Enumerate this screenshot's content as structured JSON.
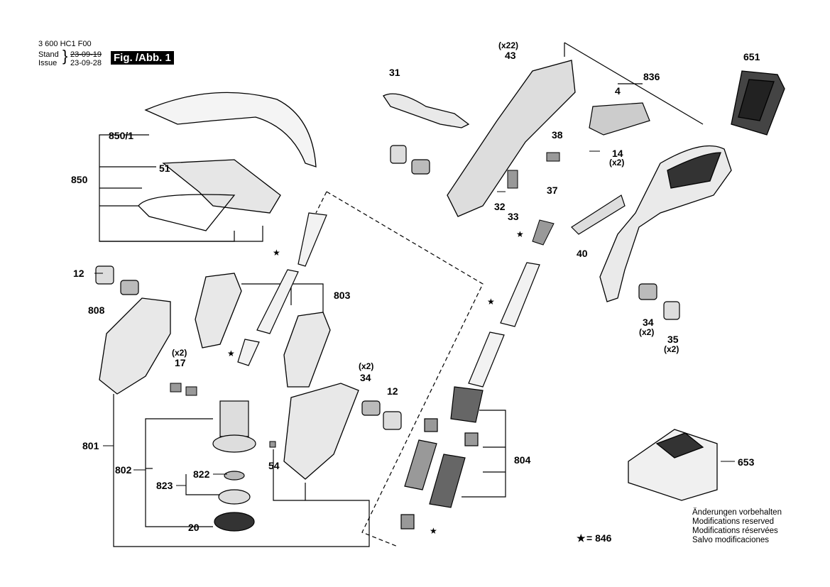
{
  "header": {
    "doc_number": "3 600 HC1 F00",
    "stand_label": "Stand",
    "issue_label": "Issue",
    "stand_date": "23-09-19",
    "issue_date": "23-09-28",
    "figure_label": "Fig. /Abb. 1"
  },
  "parts": {
    "p31": "31",
    "p43": "43",
    "q43": "(x22)",
    "p836": "836",
    "p651": "651",
    "p4": "4",
    "p38": "38",
    "p14": "14",
    "q14": "(x2)",
    "p37": "37",
    "p32": "32",
    "p33": "33",
    "p40": "40",
    "p850_1": "850/1",
    "p51": "51",
    "p850": "850",
    "p12a": "12",
    "p808": "808",
    "p803": "803",
    "q17": "(x2)",
    "p17": "17",
    "q34a": "(x2)",
    "p34a": "34",
    "p12b": "12",
    "p34b": "34",
    "q34b": "(x2)",
    "p35": "35",
    "q35": "(x2)",
    "p801": "801",
    "p802": "802",
    "p822": "822",
    "p823": "823",
    "p54": "54",
    "p20": "20",
    "p804": "804",
    "p653": "653"
  },
  "legend": {
    "star": "★",
    "star_text": "= 846"
  },
  "note": {
    "line1": "Änderungen vorbehalten",
    "line2": "Modifications reserved",
    "line3": "Modifications réservées",
    "line4": "Salvo modificaciones"
  }
}
